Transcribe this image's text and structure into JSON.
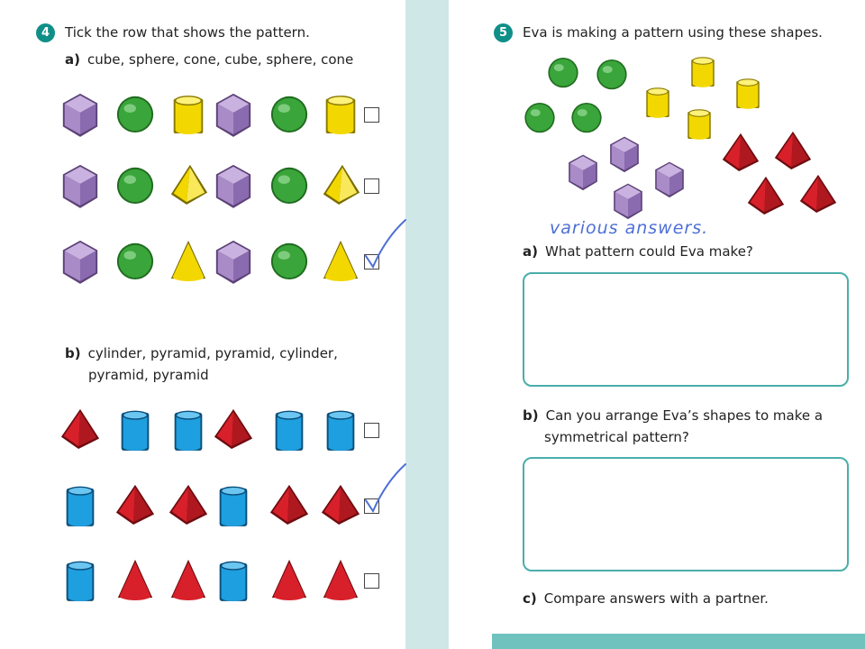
{
  "q4": {
    "number": "4",
    "title": "Tick the row that shows the pattern.",
    "part_a": {
      "label": "a)",
      "text": "cube, sphere, cone, cube, sphere, cone",
      "rows": [
        {
          "shapes": [
            "cube",
            "sphere",
            "cylinder",
            "cube",
            "sphere",
            "cylinder"
          ],
          "ticked": false
        },
        {
          "shapes": [
            "cube",
            "sphere",
            "pyramid-yellow",
            "cube",
            "sphere",
            "pyramid-yellow"
          ],
          "ticked": false
        },
        {
          "shapes": [
            "cube",
            "sphere",
            "cone-yellow",
            "cube",
            "sphere",
            "cone-yellow"
          ],
          "ticked": true
        }
      ]
    },
    "part_b": {
      "label": "b)",
      "text_line1": "cylinder, pyramid, pyramid, cylinder,",
      "text_line2": "pyramid, pyramid",
      "rows": [
        {
          "shapes": [
            "pyramid-red",
            "cylinder-blue",
            "cylinder-blue",
            "pyramid-red",
            "cylinder-blue",
            "cylinder-blue"
          ],
          "ticked": false
        },
        {
          "shapes": [
            "cylinder-blue",
            "pyramid-red",
            "pyramid-red",
            "cylinder-blue",
            "pyramid-red",
            "pyramid-red"
          ],
          "ticked": true
        },
        {
          "shapes": [
            "cylinder-blue",
            "cone-red",
            "cone-red",
            "cylinder-blue",
            "cone-red",
            "cone-red"
          ],
          "ticked": false
        }
      ]
    }
  },
  "q5": {
    "number": "5",
    "title": "Eva is making a pattern using these shapes.",
    "handwritten_note": "various answers.",
    "part_a": {
      "label": "a)",
      "text": "What pattern could Eva make?"
    },
    "part_b": {
      "label": "b)",
      "text_line1": "Can you arrange Eva’s shapes to make a",
      "text_line2": "symmetrical pattern?"
    },
    "part_c": {
      "label": "c)",
      "text": "Compare answers with a partner."
    }
  },
  "colors": {
    "teal": "#0f8f88",
    "strip": "#cfe7e6",
    "box_border": "#4aaeaa",
    "cube": "#a98bc7",
    "sphere": "#3aa53a",
    "yellow": "#f2d800",
    "red": "#d8202a",
    "blue": "#1e9fe0",
    "handwriting": "#4d6fd6"
  }
}
